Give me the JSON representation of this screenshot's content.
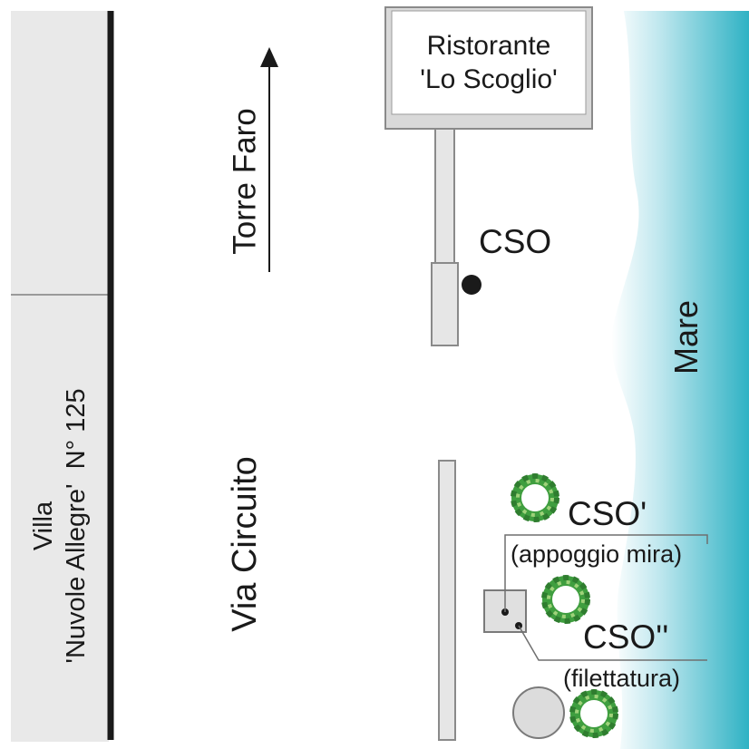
{
  "map": {
    "villa": {
      "line1": "Villa",
      "line2": "'Nuvole Allegre'  N° 125"
    },
    "street": "Via Circuito",
    "direction": "Torre Faro",
    "sea": "Mare",
    "restaurant": {
      "line1": "Ristorante",
      "line2": "'Lo Scoglio'"
    },
    "points": {
      "cso": "CSO",
      "cso1": "CSO'",
      "cso1_note": "(appoggio mira)",
      "cso2": "CSO''",
      "cso2_note": "(filettatura)"
    },
    "colors": {
      "sea": "#3cb8c8",
      "vegetation": "#3f9e3f",
      "road_line": "#1a1a1a",
      "structure_fill": "#e6e6e6"
    }
  }
}
